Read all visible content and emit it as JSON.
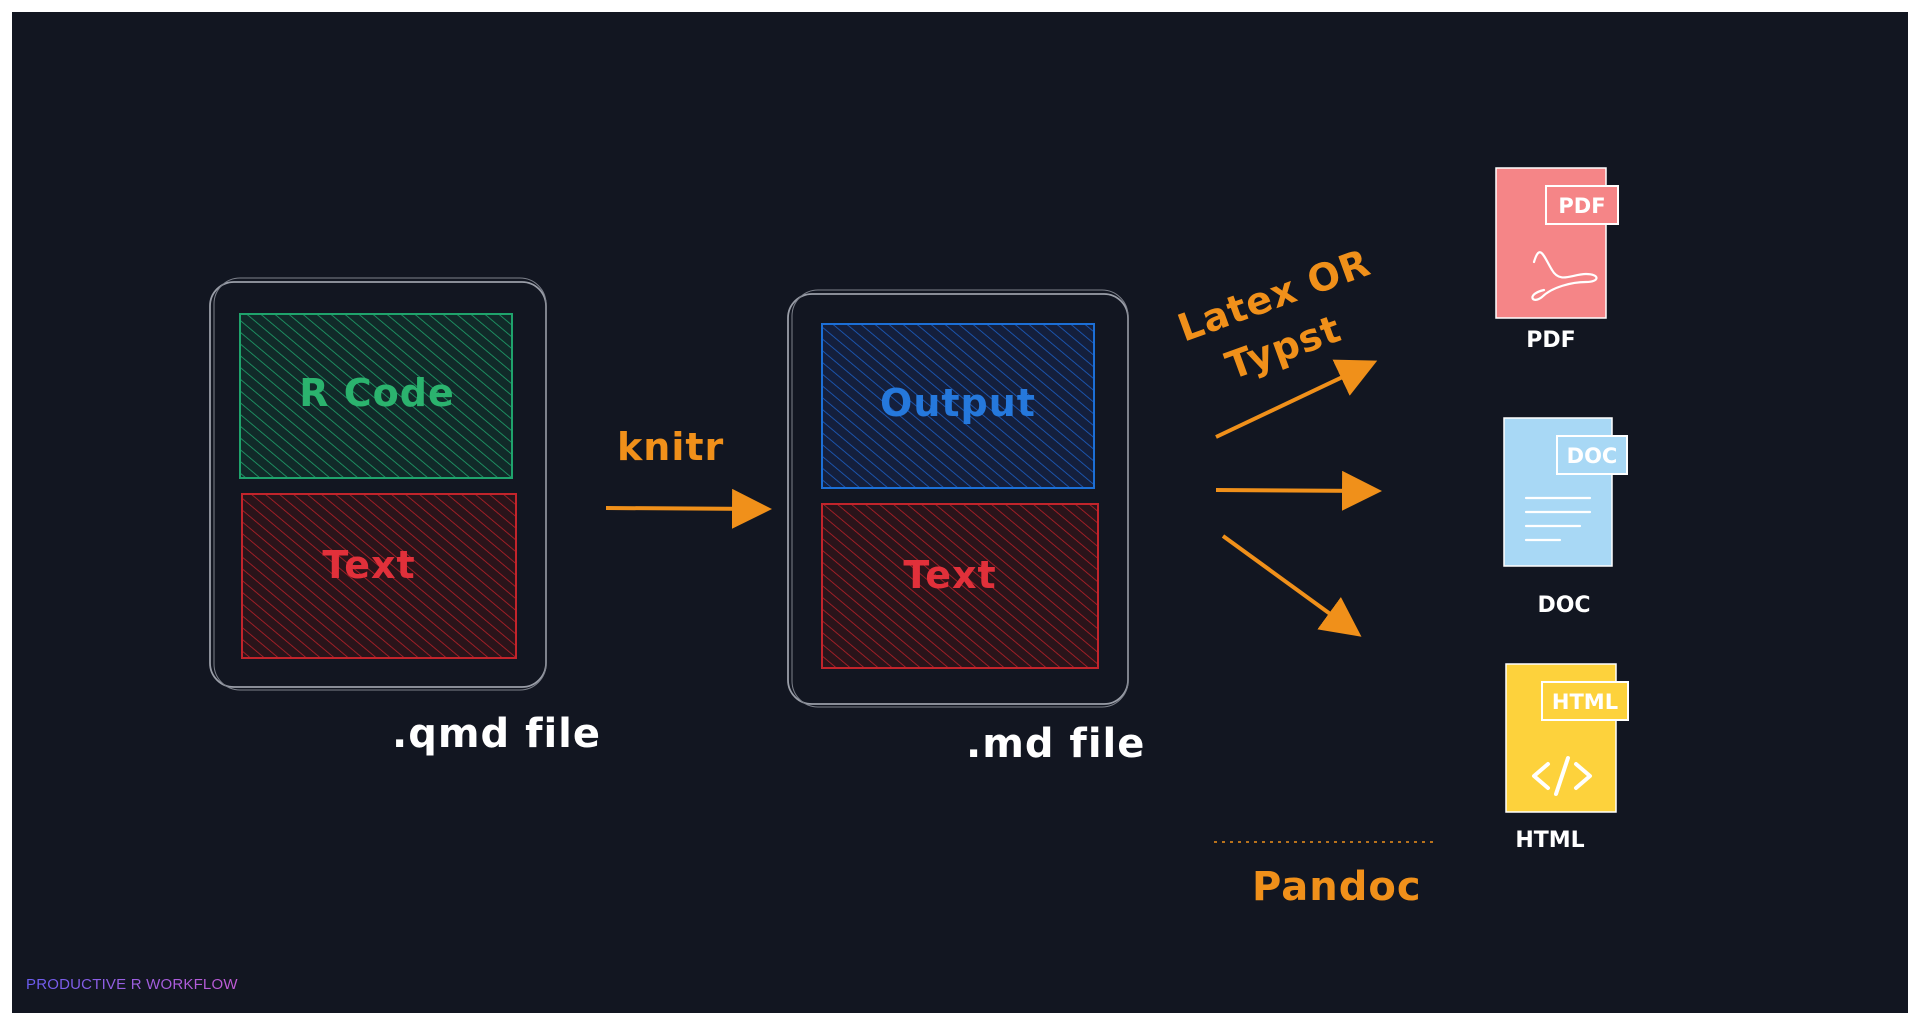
{
  "qmd_box": {
    "top_label": "R Code",
    "bottom_label": "Text",
    "caption": ".qmd file"
  },
  "md_box": {
    "top_label": "Output",
    "bottom_label": "Text",
    "caption": ".md file"
  },
  "knitr_label": "knitr",
  "engine_label": {
    "line1": "Latex OR",
    "line2": "Typst"
  },
  "pandoc_label": "Pandoc",
  "outputs": [
    {
      "badge": "PDF",
      "label": "PDF",
      "icon": "pdf-acrobat-icon",
      "color": "#f58587"
    },
    {
      "badge": "DOC",
      "label": "DOC",
      "icon": "text-lines-icon",
      "color": "#a8d8f5"
    },
    {
      "badge": "HTML",
      "label": "HTML",
      "icon": "code-brackets-icon",
      "color": "#fdd23c"
    }
  ],
  "colors": {
    "background": "#121621",
    "code_green": "#1fa36c",
    "output_blue": "#1c6fd6",
    "text_red": "#d6282e",
    "arrow_orange": "#f0901a"
  },
  "watermark": "PRODUCTIVE R WORKFLOW"
}
